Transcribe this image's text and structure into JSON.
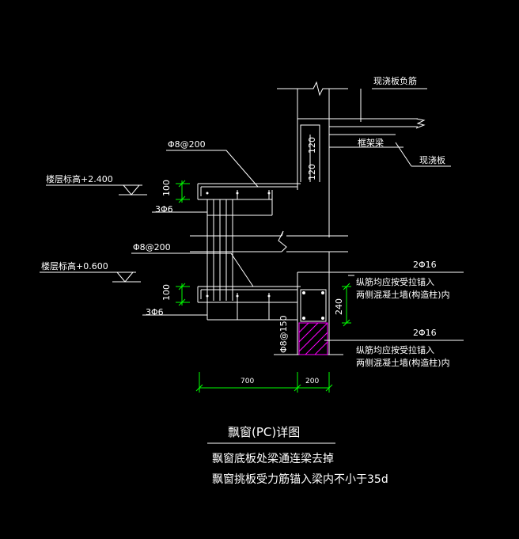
{
  "labels": {
    "top_slab_rebar": "现浇板负筋",
    "frame_beam": "框架梁",
    "cast_slab": "现浇板",
    "rebar_upper": "Φ8@200",
    "rebar_lower": "Φ8@200",
    "level_upper": "楼层标高+2.400",
    "level_lower": "楼层标高+0.600",
    "bottom_bars_upper": "3Φ6",
    "bottom_bars_lower": "3Φ6",
    "dim_120_a": "120",
    "dim_120_b": "120",
    "dim_100_upper": "100",
    "dim_100_lower": "100",
    "dim_240": "240",
    "stirrup": "Φ8@150",
    "bars_top": "2Φ16",
    "bars_bottom": "2Φ16",
    "anchor_note_1a": "纵筋均应按受拉锚入",
    "anchor_note_1b": "两侧混凝土墙(构造柱)内",
    "anchor_note_2a": "纵筋均应按受拉锚入",
    "anchor_note_2b": "两侧混凝土墙(构造柱)内",
    "dim_700": "700",
    "dim_200": "200"
  },
  "title": "飘窗(PC)详图",
  "notes": [
    "飘窗底板处梁通连梁去掉",
    "飘窗挑板受力筋锚入梁内不小于35d"
  ],
  "colors": {
    "background": "#000000",
    "line": "#ffffff",
    "dimension": "#00ff00",
    "hatch": "#ff00ff"
  }
}
